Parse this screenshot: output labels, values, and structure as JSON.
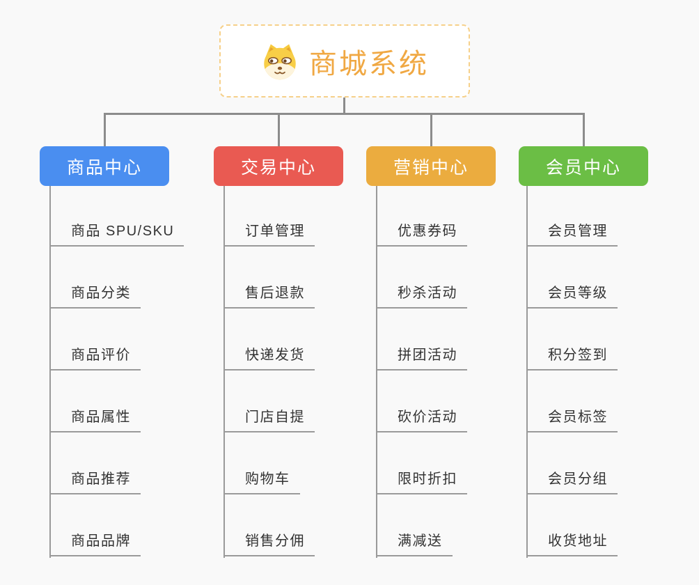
{
  "page": {
    "background_color": "#f9f9f9",
    "connector_color": "#8c8c8c",
    "underline_color": "#9a9a9a",
    "item_text_color": "#333333"
  },
  "root": {
    "title": "商城系统",
    "icon": "shiba-dog-icon",
    "title_color": "#f0a843",
    "border_color": "#f6d089"
  },
  "branches": [
    {
      "label": "商品中心",
      "color": "#4a8ef0",
      "items": [
        "商品 SPU/SKU",
        "商品分类",
        "商品评价",
        "商品属性",
        "商品推荐",
        "商品品牌"
      ]
    },
    {
      "label": "交易中心",
      "color": "#e95a52",
      "items": [
        "订单管理",
        "售后退款",
        "快递发货",
        "门店自提",
        "购物车",
        "销售分佣"
      ]
    },
    {
      "label": "营销中心",
      "color": "#ebac3f",
      "items": [
        "优惠券码",
        "秒杀活动",
        "拼团活动",
        "砍价活动",
        "限时折扣",
        "满减送"
      ]
    },
    {
      "label": "会员中心",
      "color": "#6bbe45",
      "items": [
        "会员管理",
        "会员等级",
        "积分签到",
        "会员标签",
        "会员分组",
        "收货地址"
      ]
    }
  ]
}
